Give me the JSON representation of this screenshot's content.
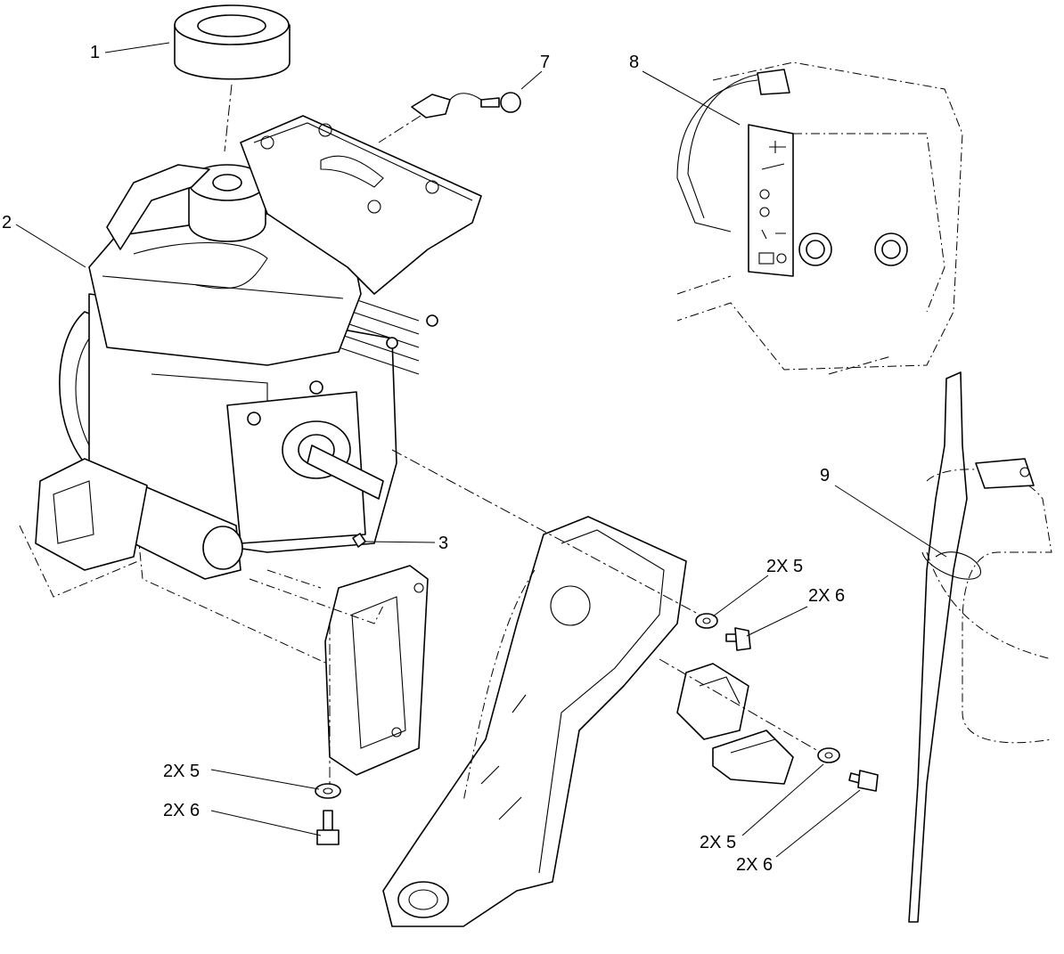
{
  "diagram": {
    "callouts": {
      "c1": "1",
      "c2": "2",
      "c3": "3",
      "c7": "7",
      "c8": "8",
      "c9": "9",
      "c5_top_right": "2X 5",
      "c6_top_right": "2X 6",
      "c5_bottom_left": "2X 5",
      "c6_bottom_left": "2X 6",
      "c5_bottom_right": "2X 5",
      "c6_bottom_right": "2X 6"
    }
  }
}
